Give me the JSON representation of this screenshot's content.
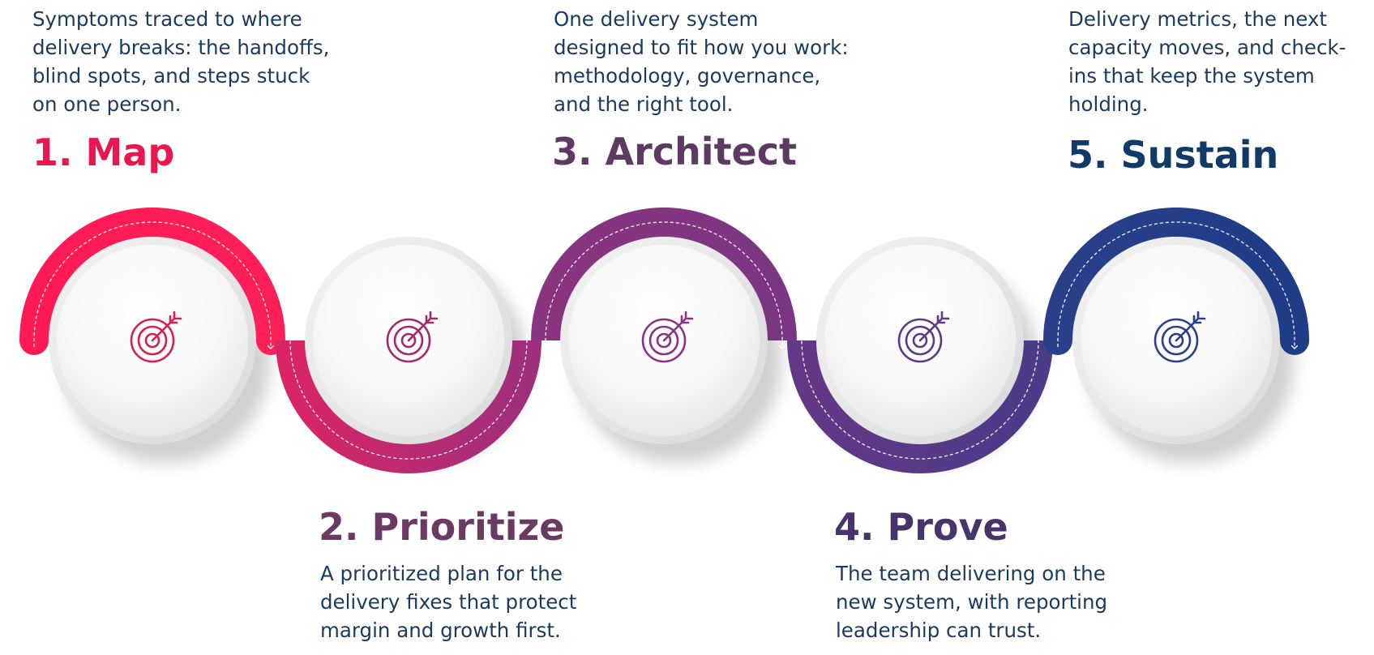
{
  "steps": [
    {
      "title": "1. Map",
      "description": "Symptoms traced to where\ndelivery breaks: the handoffs,\nblind spots, and steps stuck\non one person.",
      "icon": "target-arrow-icon",
      "color": "#e8174e"
    },
    {
      "title": "2. Prioritize",
      "description": "A prioritized plan for the\ndelivery fixes that protect\nmargin and growth first.",
      "icon": "target-arrow-icon",
      "color": "#6b3a63"
    },
    {
      "title": "3. Architect",
      "description": "One delivery system\ndesigned to fit how you work:\nmethodology, governance,\nand the right tool.",
      "icon": "target-arrow-icon",
      "color": "#5c3a62"
    },
    {
      "title": "4. Prove",
      "description": "The team delivering on the\nnew system, with reporting\nleadership can trust.",
      "icon": "target-arrow-icon",
      "color": "#48346a"
    },
    {
      "title": "5. Sustain",
      "description": "Delivery metrics, the next\ncapacity moves, and check-\nins that keep the system\nholding.",
      "icon": "target-arrow-icon",
      "color": "#113a66"
    }
  ],
  "colors": {
    "text": "#1a3a5e",
    "arc1": "#ff1a55",
    "arc2": "#b52a7a",
    "arc3": "#8b347f",
    "arc4": "#5a3a86",
    "arc5": "#233c86",
    "icon1": "#d81f55",
    "icon2": "#a22a6c",
    "icon3": "#8a3382",
    "icon4": "#5c3a85",
    "icon5": "#2c3f86"
  }
}
